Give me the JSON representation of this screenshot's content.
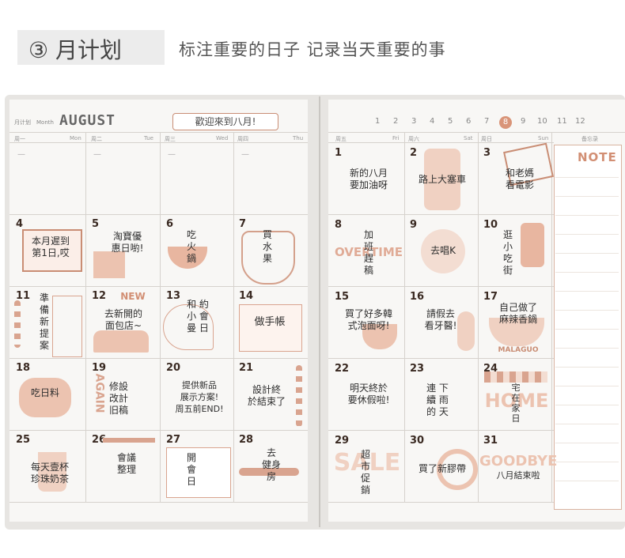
{
  "header": {
    "title": "③ 月计划",
    "subtitle": "标注重要的日子 记录当天重要的事"
  },
  "left_page": {
    "label": "月计划",
    "label_en": "Month",
    "month_title": "AUGUST",
    "banner": "歡迎來到八月!",
    "weekdays": [
      {
        "cn": "周一",
        "en": "Mon"
      },
      {
        "cn": "周二",
        "en": "Tue"
      },
      {
        "cn": "周三",
        "en": "Wed"
      },
      {
        "cn": "周四",
        "en": "Thu"
      }
    ],
    "cells": [
      {
        "day": "4",
        "text": "本月遲到\n第1日,哎"
      },
      {
        "day": "5",
        "text": "淘寶優\n惠日喲!"
      },
      {
        "day": "6",
        "text": "吃\n火\n鍋"
      },
      {
        "day": "7",
        "text": "買\n水\n果"
      },
      {
        "day": "11",
        "text": "準\n備\n新\n提\n案"
      },
      {
        "day": "12",
        "text": "去新開的\n面包店~",
        "deco": "NEW"
      },
      {
        "day": "13",
        "text": "和 約\n小 會\n曼 日"
      },
      {
        "day": "14",
        "text": "做手帳"
      },
      {
        "day": "18",
        "text": "吃日料"
      },
      {
        "day": "19",
        "text": "修設\n改計\n旧稿",
        "deco": "AGAIN"
      },
      {
        "day": "20",
        "text": "提供新品\n展示方案!\n周五前END!"
      },
      {
        "day": "21",
        "text": "設計終\n於結束了"
      },
      {
        "day": "25",
        "text": "每天壹杯\n珍珠奶茶"
      },
      {
        "day": "26",
        "text": "會議\n整理"
      },
      {
        "day": "27",
        "text": "開\n會\n日"
      },
      {
        "day": "28",
        "text": "去\n健身\n房"
      }
    ]
  },
  "right_page": {
    "months": [
      "1",
      "2",
      "3",
      "4",
      "5",
      "6",
      "7",
      "8",
      "9",
      "10",
      "11",
      "12"
    ],
    "selected_month": "8",
    "weekdays": [
      {
        "cn": "周五",
        "en": "Fri"
      },
      {
        "cn": "周六",
        "en": "Sat"
      },
      {
        "cn": "周日",
        "en": "Sun"
      }
    ],
    "memo_label": "备忘录",
    "note_word": "NOTE",
    "cells": [
      {
        "day": "1",
        "text": "新的八月\n要加油呀"
      },
      {
        "day": "2",
        "text": "路上大塞車"
      },
      {
        "day": "3",
        "text": "和老媽\n看電影"
      },
      {
        "day": "8",
        "text": "加\n班\n趕\n稿",
        "deco": "OVERTIME"
      },
      {
        "day": "9",
        "text": "去唱K"
      },
      {
        "day": "10",
        "text": "逛\n小\n吃\n街"
      },
      {
        "day": "15",
        "text": "買了好多韓\n式泡面呀!"
      },
      {
        "day": "16",
        "text": "請假去\n看牙醫!"
      },
      {
        "day": "17",
        "text": "自己做了\n麻辣香鍋",
        "deco": "MALAGUO"
      },
      {
        "day": "22",
        "text": "明天終於\n要休假啦!"
      },
      {
        "day": "23",
        "text": "連 下\n續 雨\n的 天"
      },
      {
        "day": "24",
        "text": "宅\n在\n家\n日",
        "deco": "HOME"
      },
      {
        "day": "29",
        "text": "超\n市\n促\n銷",
        "deco": "SALE"
      },
      {
        "day": "30",
        "text": "買了新膠帶"
      },
      {
        "day": "31",
        "text": "八月結束啦",
        "deco": "GOODBYE"
      }
    ]
  },
  "colors": {
    "accent": "#d28f74",
    "ink": "#2e2e2e",
    "paper": "#f8f7f5"
  }
}
